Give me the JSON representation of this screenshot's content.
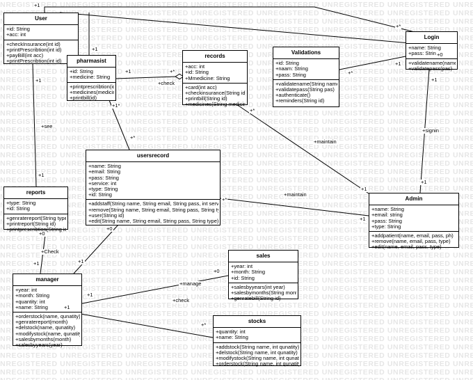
{
  "watermark": "UNREGISTERED",
  "classes": {
    "user": {
      "name": "User",
      "attributes": [
        "+id: String",
        "+acc: int"
      ],
      "methods": [
        "+checkInsurance(int id)",
        "+printPrescribtion(int id)",
        "+payBill(int acc)",
        "+printPrescribtion(int id)"
      ]
    },
    "pharmasist": {
      "name": "pharmasist",
      "attributes": [
        "+id: String",
        "+medicine: String"
      ],
      "methods": [
        "+printprescribtion(id)",
        "+medicines(medicine)",
        "+printbill(id)"
      ]
    },
    "records": {
      "name": "records",
      "attributes": [
        "+acc: int",
        "+id: String",
        "+Mmedicine: String"
      ],
      "methods": [
        "+card(int acc)",
        "+checkinsurance(String id)",
        "+printbill(String id)",
        "+medicines(String medicine)"
      ]
    },
    "validations": {
      "name": "Validations",
      "attributes": [
        "+id: String",
        "+naam: String",
        "+pass: String"
      ],
      "methods": [
        "+validatename(String name)",
        "+validatepass(String pas)",
        "+authenticate()",
        "+reminders(String id)"
      ]
    },
    "login": {
      "name": "Login",
      "attributes": [
        "+name: String",
        "+pass: String"
      ],
      "methods": [
        "+validatename(name)",
        "+validatepass(pas)"
      ]
    },
    "usersrecord": {
      "name": "usersrecord",
      "attributes": [
        "+name: String",
        "+email: String",
        "+pass: String",
        "+service: int",
        "+type: String",
        "+id: String"
      ],
      "methods": [
        "+addstaff(String name, String email, String pass, int service)",
        "+remove(String name, String email, String pass, String type)",
        "+user(String id)",
        "+edit(String name, String email, String pass, String type)"
      ]
    },
    "reports": {
      "name": "reports",
      "attributes": [
        "+type: String",
        "+id: String"
      ],
      "methods": [
        "+genratereport(String type)",
        "+printreport(String id)",
        "+printprescribtion(String id)"
      ]
    },
    "admin": {
      "name": "Admin",
      "attributes": [
        "+name: String",
        "+email: string",
        "+pass: String",
        "+type: String"
      ],
      "methods": [
        "+addpatient(name, email, pass, ph)",
        "+remove(name, email, pass, type)",
        "+edit(name, email, pass, type)"
      ]
    },
    "sales": {
      "name": "sales",
      "attributes": [
        "+year: int",
        "+month: String",
        "+id: String"
      ],
      "methods": [
        "+salesbyyears(int year)",
        "+salesbymonths(String month)",
        "+genratebill(String id)"
      ]
    },
    "manager": {
      "name": "manager",
      "attributes": [
        "+year: int",
        "+month: String",
        "+quantity: int",
        "+name: String"
      ],
      "methods": [
        "+orderstock(name, qunatity)",
        "+genratereport(month)",
        "+delstock(name, qunatity)",
        "+modifystock(name, qunatity)",
        "+salesbymonths(month)",
        "+salesbyyears(year)"
      ]
    },
    "stocks": {
      "name": "stocks",
      "attributes": [
        "+quantity: int",
        "+name: String"
      ],
      "methods": [
        "+addstock(String name, int qunatity)",
        "+delstock(String name, int qunatity)",
        "+modifystock(String name, int qunatity)",
        "+orderstock(String name, int qunatity)"
      ]
    }
  },
  "labels": {
    "user_top_1": "+1",
    "login_top_star": "+*",
    "pharm_user_1": "+1",
    "user_reports_1a": "+1",
    "see": "+see",
    "user_reports_1b": "+1",
    "pharm_records_1": "+1",
    "pharm_records_star": "+*",
    "check_pharm": "+check",
    "pharm_users_1star": "+1*",
    "pharm_users_star": "+*",
    "valid_login_star": "+*",
    "valid_login_1": "+1",
    "login_plus0": "+0",
    "login_admin_1a": "+1",
    "signin": "+signin",
    "login_admin_1b": "+1",
    "records_star": "+*",
    "maintain_records": "+maintain",
    "admin_records_1": "+1",
    "usersrecord_star": "+*",
    "maintain_users": "+maintain",
    "admin_users_1": "+1",
    "reports_0": "+0",
    "check_reports": "+Check",
    "manager_reports_1": "+1",
    "users_manager_0": "+0",
    "users_manager_1": "+1",
    "manage": "+manage",
    "sales_0": "+0",
    "manager_sales_1": "+1",
    "check_stocks": "+check",
    "manager_stocks_1": "+1",
    "stocks_star": "+*"
  }
}
